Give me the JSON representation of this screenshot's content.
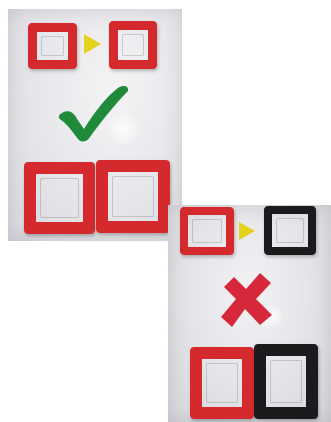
{
  "scene": {
    "background": "#ffffff",
    "top_photo": {
      "panel_color": "#e8e8ec",
      "sequence": [
        "red-square",
        "yellow-arrow",
        "red-square"
      ],
      "verdict": "check",
      "result": [
        "red-square",
        "red-square"
      ]
    },
    "bottom_photo": {
      "panel_color": "#e6e6ea",
      "sequence": [
        "red-square",
        "yellow-arrow",
        "black-square"
      ],
      "verdict": "cross",
      "result": [
        "red-square",
        "black-square"
      ]
    }
  },
  "colors": {
    "red": "#d42a2e",
    "black": "#1b1b1d",
    "yellow": "#e4d21f",
    "green": "#1f8a3a",
    "cross_red": "#d6283a"
  },
  "icons": {
    "arrow": "triangle-right-icon",
    "check": "check-mark-icon",
    "cross": "cross-mark-icon"
  }
}
